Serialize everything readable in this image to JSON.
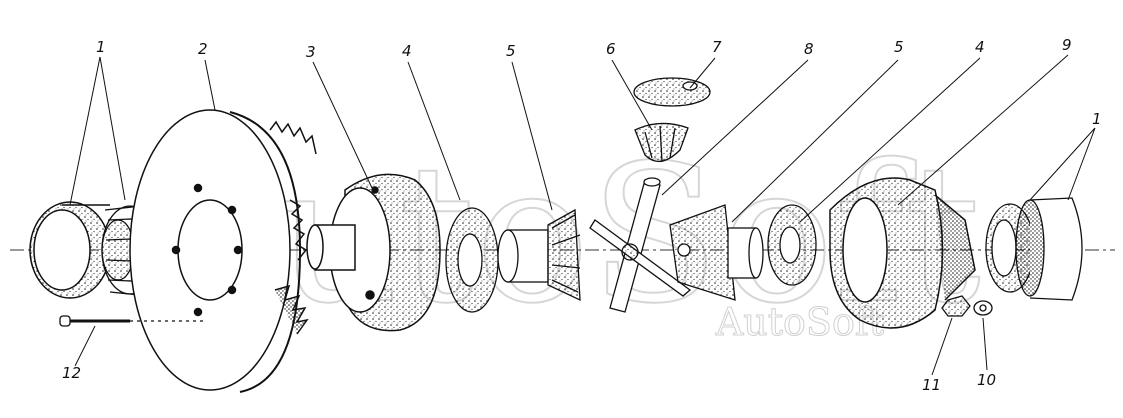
{
  "watermark": {
    "main_text": "AutoSoft",
    "small_text": "AutoSoft"
  },
  "callouts": [
    {
      "id": "1",
      "text": "1"
    },
    {
      "id": "2",
      "text": "2"
    },
    {
      "id": "3",
      "text": "3"
    },
    {
      "id": "4",
      "text": "4"
    },
    {
      "id": "5",
      "text": "5"
    },
    {
      "id": "6",
      "text": "6"
    },
    {
      "id": "7",
      "text": "7"
    },
    {
      "id": "8",
      "text": "8"
    },
    {
      "id": "5b",
      "text": "5"
    },
    {
      "id": "4b",
      "text": "4"
    },
    {
      "id": "9",
      "text": "9"
    },
    {
      "id": "1b",
      "text": "1"
    },
    {
      "id": "12",
      "text": "12"
    },
    {
      "id": "11",
      "text": "11"
    },
    {
      "id": "10",
      "text": "10"
    }
  ],
  "colors": {
    "ink": "#1a1a1a",
    "watermark": "#d8d8d8"
  }
}
